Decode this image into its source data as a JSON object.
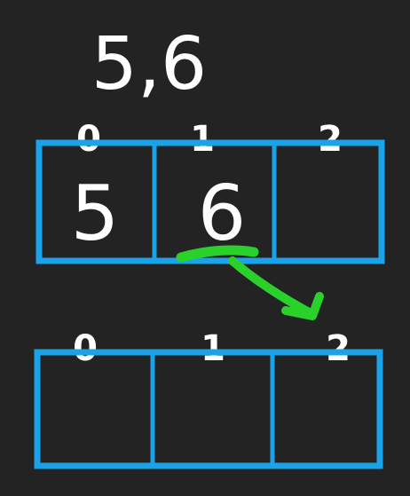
{
  "title": "5,6",
  "colors": {
    "background": "#232323",
    "ink": "#ffffff",
    "array_border": "#1aa3e8",
    "arrow": "#2bd12b"
  },
  "arrays": [
    {
      "indices": [
        "0",
        "1",
        "2"
      ],
      "cells": [
        "5",
        "6",
        ""
      ]
    },
    {
      "indices": [
        "0",
        "1",
        "2"
      ],
      "cells": [
        "",
        "",
        ""
      ]
    }
  ],
  "arrow": {
    "from": {
      "array": 0,
      "cell": 1
    },
    "to": {
      "array": 1,
      "cell": 2
    }
  }
}
